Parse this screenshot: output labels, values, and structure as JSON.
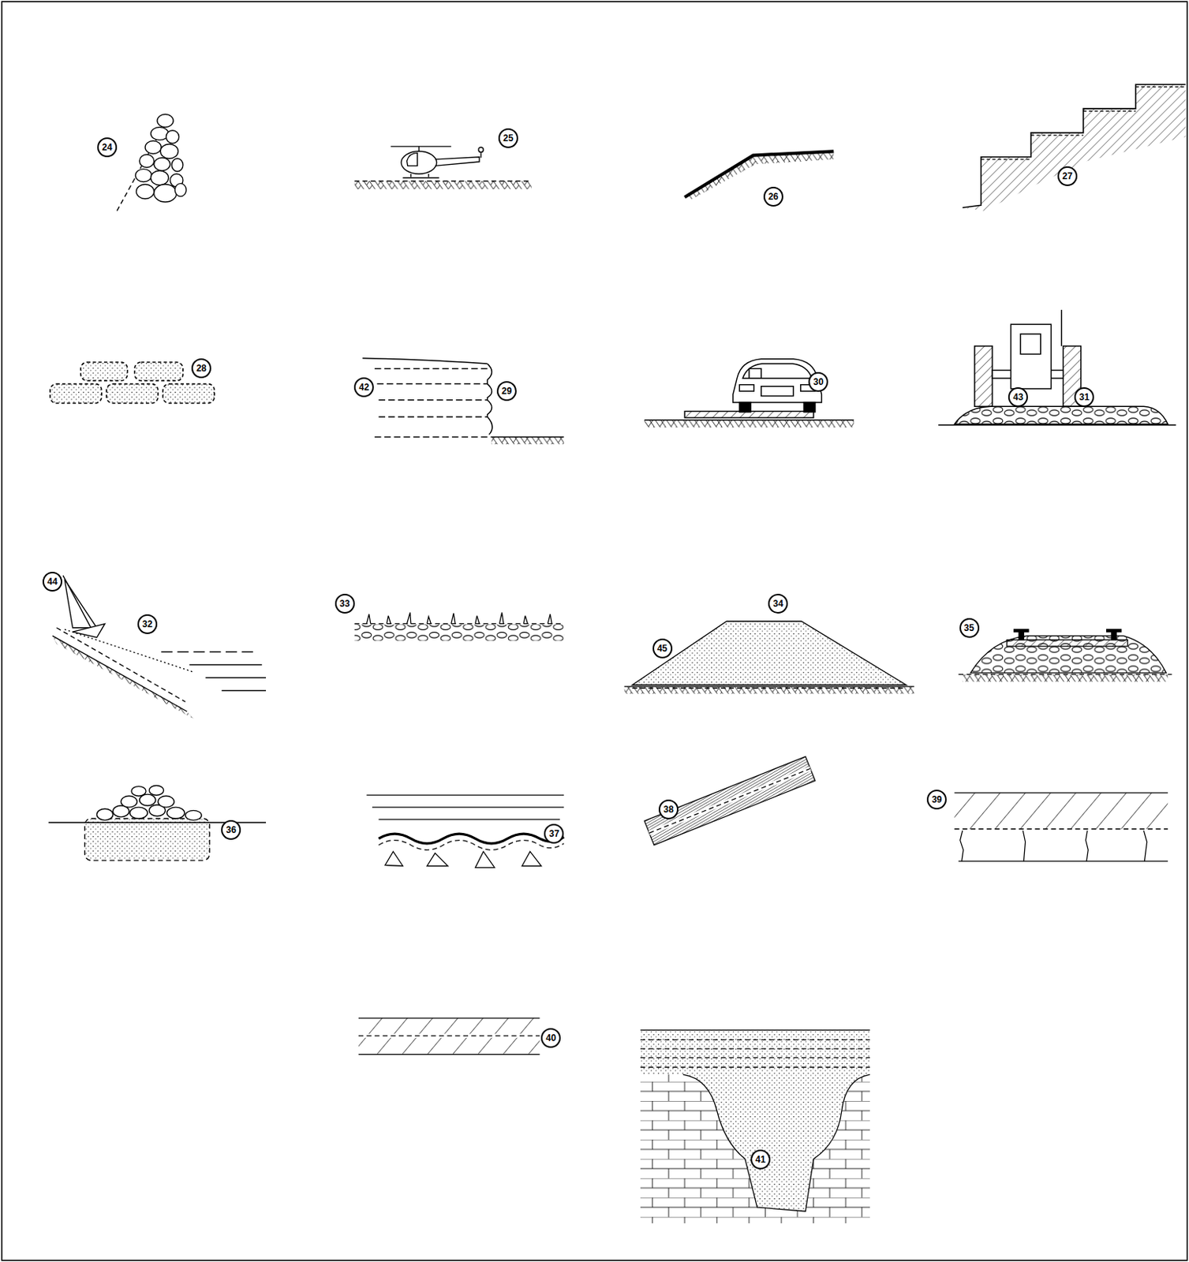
{
  "diagram": {
    "nodes": [
      {
        "text": [
          "24"
        ]
      },
      {
        "text": [
          "25"
        ]
      },
      {
        "text": [
          "26"
        ]
      },
      {
        "text": [
          "27"
        ]
      },
      {
        "text": [
          "28"
        ]
      },
      {
        "text": [
          "42"
        ]
      },
      {
        "text": [
          "29"
        ]
      },
      {
        "text": [
          "30"
        ]
      },
      {
        "text": [
          "43"
        ]
      },
      {
        "text": [
          "31"
        ]
      },
      {
        "text": [
          "44"
        ]
      },
      {
        "text": [
          "32"
        ]
      },
      {
        "text": [
          "33"
        ]
      },
      {
        "text": [
          "34"
        ]
      },
      {
        "text": [
          "45"
        ]
      },
      {
        "text": [
          "35"
        ]
      },
      {
        "text": [
          "36"
        ]
      },
      {
        "text": [
          "37"
        ]
      },
      {
        "text": [
          "38"
        ]
      },
      {
        "text": [
          "39"
        ]
      },
      {
        "text": [
          "40"
        ]
      },
      {
        "text": [
          "41"
        ]
      }
    ]
  }
}
